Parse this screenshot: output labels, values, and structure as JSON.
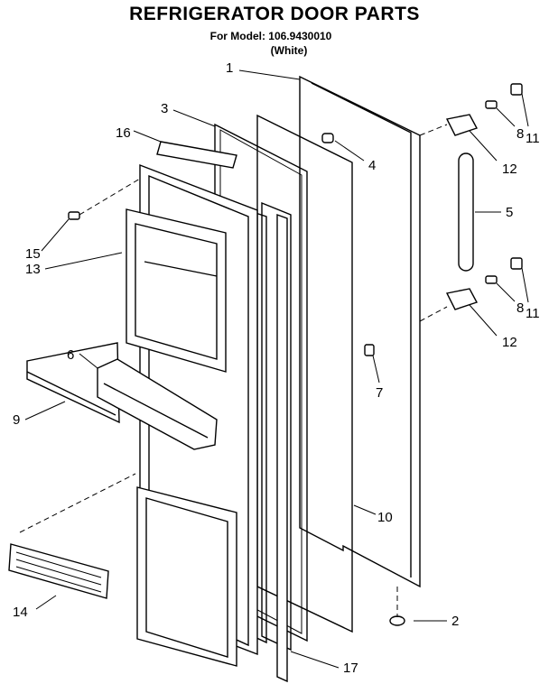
{
  "header": {
    "title": "REFRIGERATOR DOOR PARTS",
    "model_line": "For Model: 106.9430010",
    "variant": "(White)"
  },
  "callouts": [
    {
      "id": "c1",
      "label": "1"
    },
    {
      "id": "c2",
      "label": "2"
    },
    {
      "id": "c3",
      "label": "3"
    },
    {
      "id": "c4",
      "label": "4"
    },
    {
      "id": "c5",
      "label": "5"
    },
    {
      "id": "c6",
      "label": "6"
    },
    {
      "id": "c7",
      "label": "7"
    },
    {
      "id": "c8a",
      "label": "8"
    },
    {
      "id": "c8b",
      "label": "8"
    },
    {
      "id": "c9",
      "label": "9"
    },
    {
      "id": "c10",
      "label": "10"
    },
    {
      "id": "c11a",
      "label": "11"
    },
    {
      "id": "c11b",
      "label": "11"
    },
    {
      "id": "c12a",
      "label": "12"
    },
    {
      "id": "c12b",
      "label": "12"
    },
    {
      "id": "c13",
      "label": "13"
    },
    {
      "id": "c14",
      "label": "14"
    },
    {
      "id": "c15",
      "label": "15"
    },
    {
      "id": "c16",
      "label": "16"
    },
    {
      "id": "c17",
      "label": "17"
    }
  ]
}
